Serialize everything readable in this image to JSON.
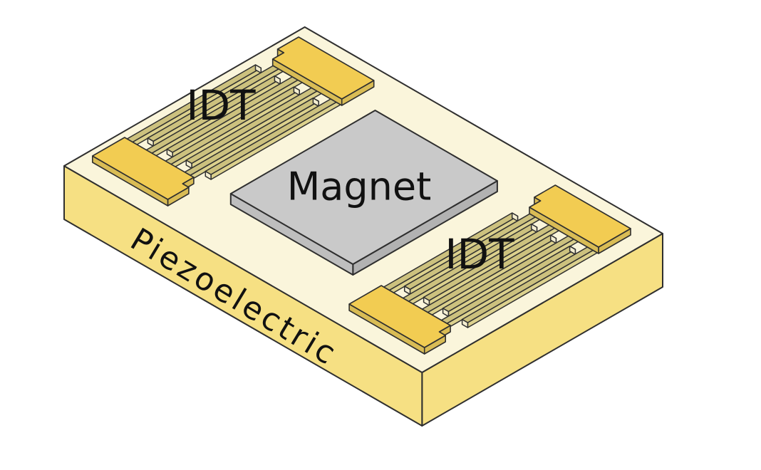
{
  "labels": {
    "idt_top_left": "IDT",
    "idt_bottom_right": "IDT",
    "magnet": "Magnet",
    "substrate": "Piezoelectric"
  },
  "colors": {
    "background": "#FFFFFF",
    "outline": "#2F2F2F",
    "label_text": "#111111",
    "substrate_top": "#FAF5DB",
    "substrate_side": "#F6E083",
    "bus_top": "#F2CC52",
    "bus_side": "#D9BC55",
    "finger_top": "#CCC17E",
    "finger_side": "#DCD18D",
    "finger_cap": "#F4EED1",
    "magnet_top": "#C9C9C9",
    "magnet_side_left": "#BEBEBE",
    "magnet_side_right": "#B2B2B2"
  }
}
